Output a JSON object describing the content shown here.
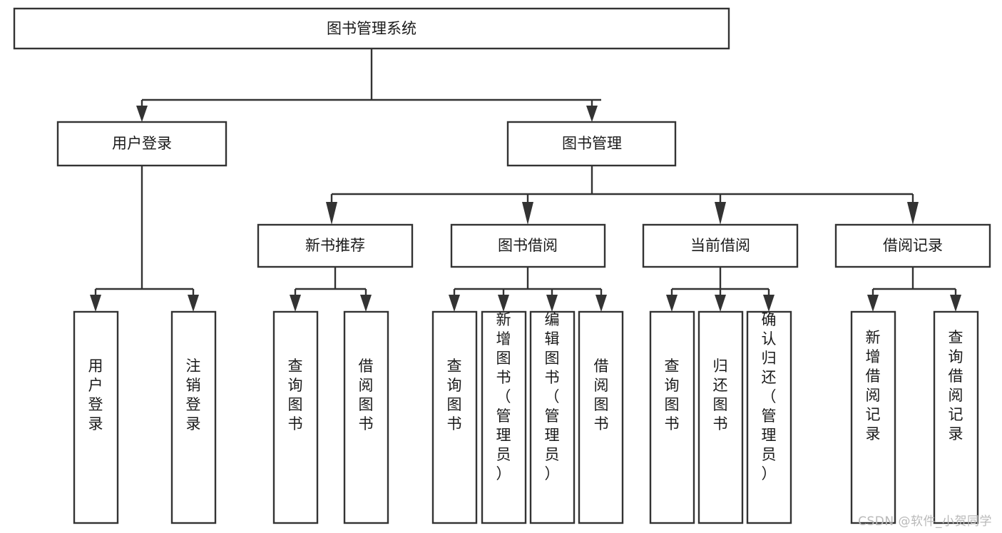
{
  "diagram": {
    "type": "tree-hierarchy",
    "title": "图书管理系统",
    "watermark": "CSDN @软件_小贺同学",
    "colors": {
      "stroke": "#333333",
      "fill": "#ffffff",
      "text": "#1a1a1a",
      "watermark": "#b9b9b9"
    },
    "levels": {
      "root": {
        "label": "图书管理系统"
      },
      "level2": [
        {
          "label": "用户登录"
        },
        {
          "label": "图书管理"
        }
      ],
      "level3": [
        {
          "label": "新书推荐"
        },
        {
          "label": "图书借阅"
        },
        {
          "label": "当前借阅"
        },
        {
          "label": "借阅记录"
        }
      ]
    },
    "leaves": {
      "user_login": [
        {
          "label": "用户登录"
        },
        {
          "label": "注销登录"
        }
      ],
      "new_book_recommend": [
        {
          "label": "查询图书"
        },
        {
          "label": "借阅图书"
        }
      ],
      "book_borrow": [
        {
          "label": "查询图书"
        },
        {
          "label": "新增图书（管理员）"
        },
        {
          "label": "编辑图书（管理员）"
        },
        {
          "label": "借阅图书"
        }
      ],
      "current_borrow": [
        {
          "label": "查询图书"
        },
        {
          "label": "归还图书"
        },
        {
          "label": "确认归还（管理员）"
        }
      ],
      "borrow_record": [
        {
          "label": "新增借阅记录"
        },
        {
          "label": "查询借阅记录"
        }
      ]
    }
  }
}
